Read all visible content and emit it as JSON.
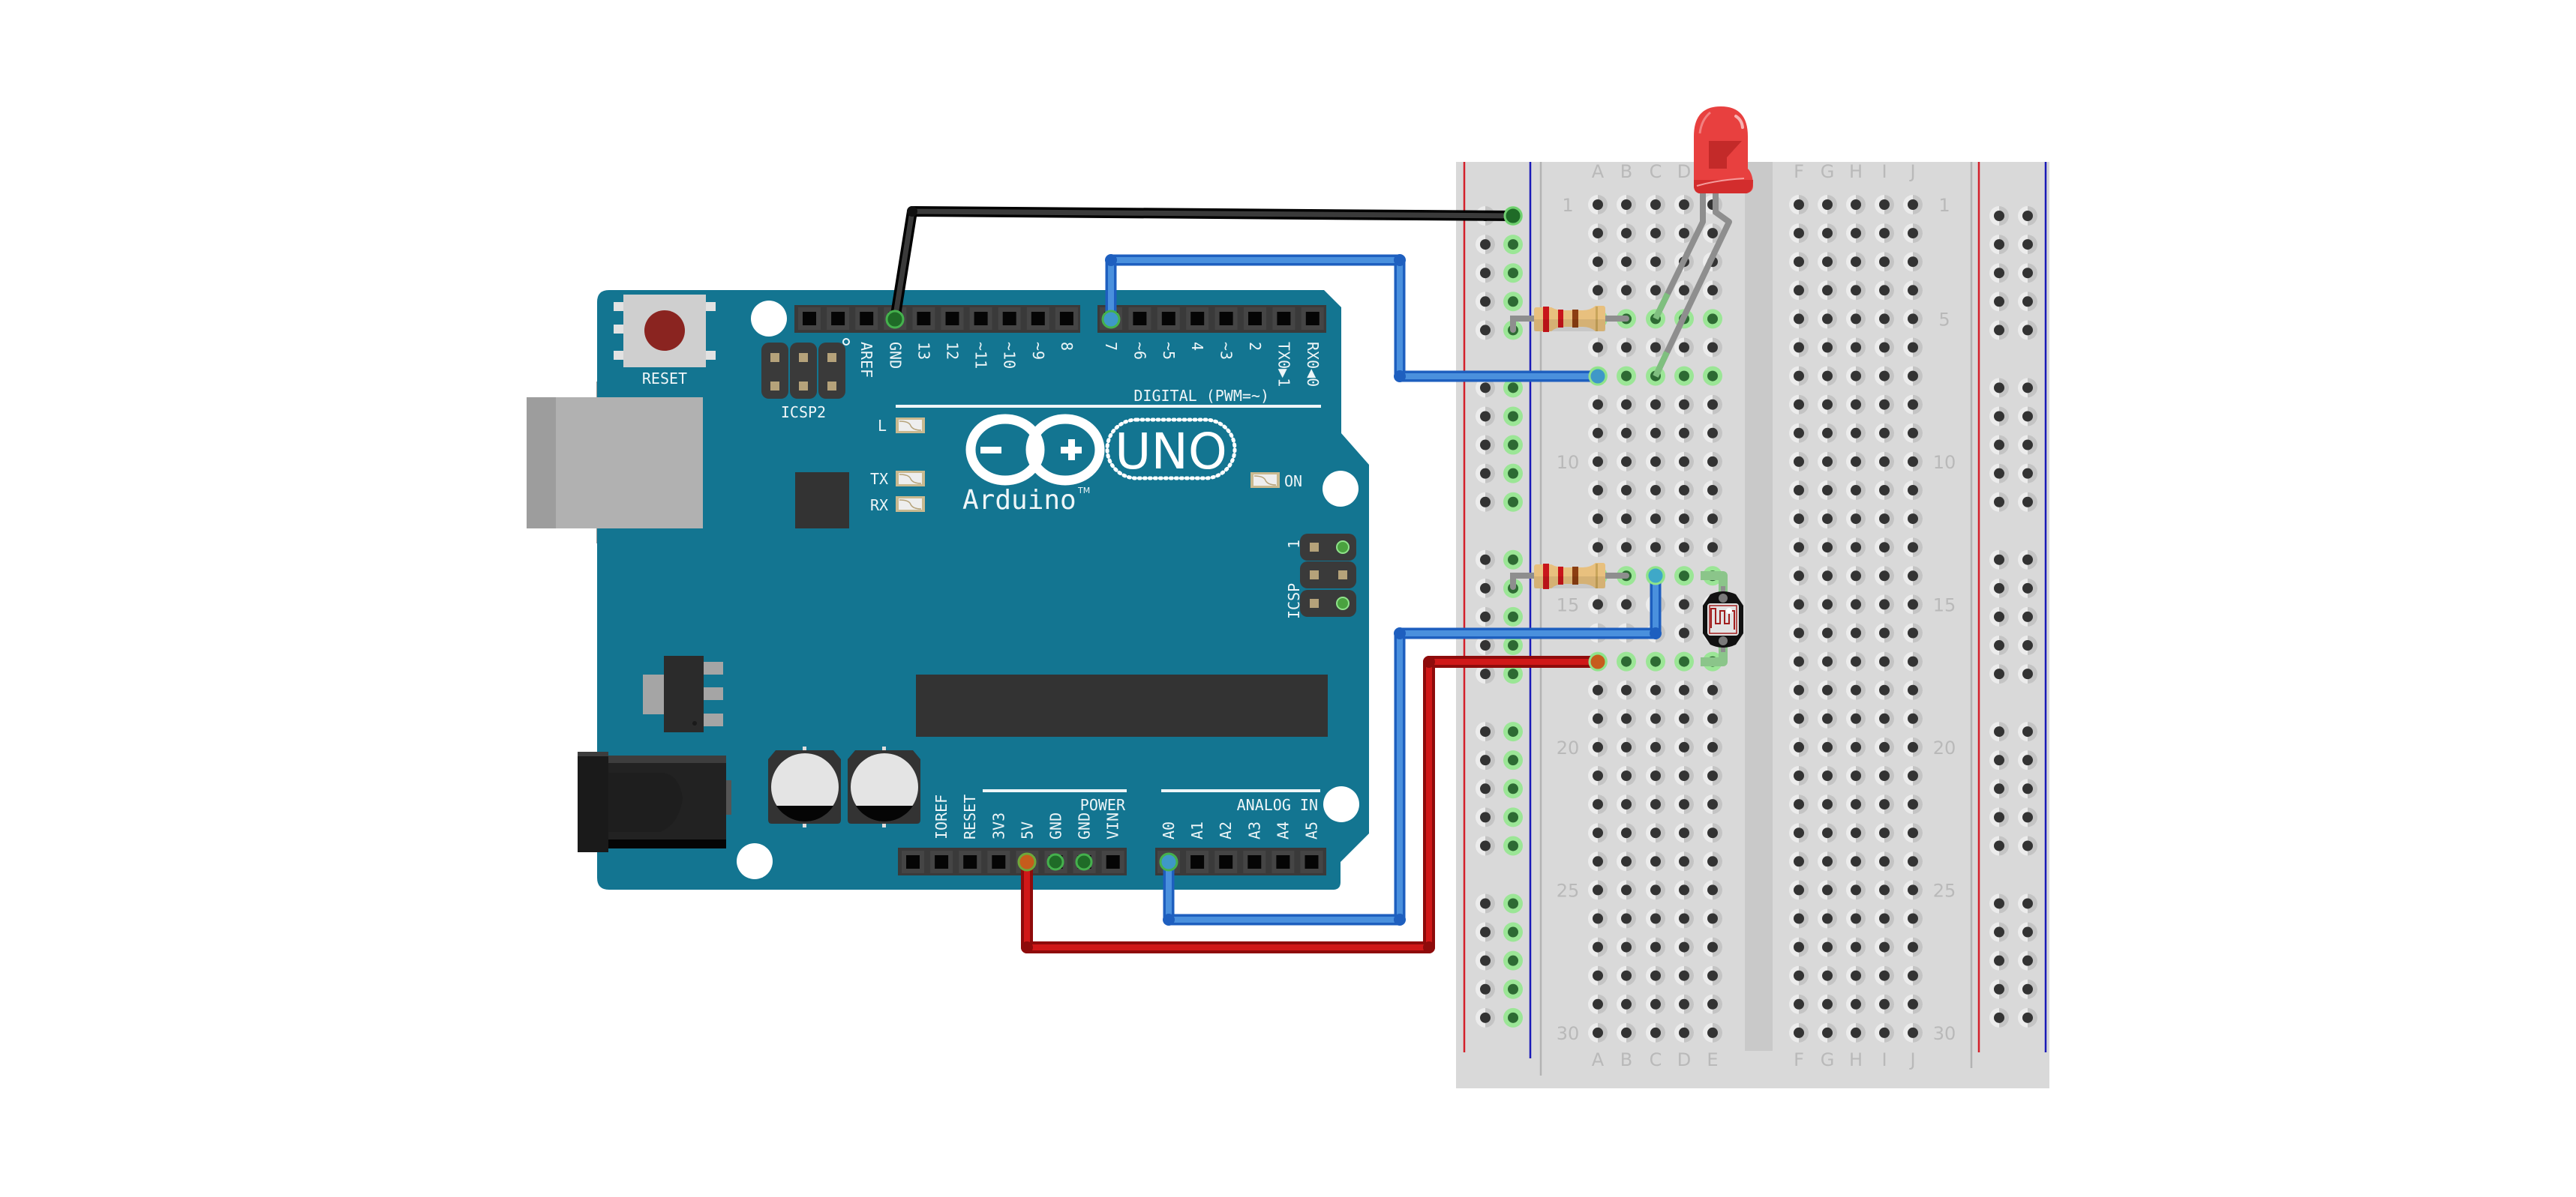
{
  "title": "Arduino UNO light sensor + LED breadboard circuit",
  "colors": {
    "pcb": "#137591",
    "pcb_label": "#eef6f8",
    "header": "#3a3a3a",
    "breadboard": "#d9d9d9",
    "rail_positive": "#d3202a",
    "rail_negative": "#1a1ab8",
    "wire_black": "#2b2b2b",
    "wire_blue": "#3a85d6",
    "wire_red": "#cc1515",
    "led_red": "#e8403f",
    "connected_hole": "#2f6b34",
    "connected_glow": "#8fe38a"
  },
  "arduino": {
    "board_name": "UNO",
    "brand": "Arduino",
    "trademark": "TM",
    "reset_label": "RESET",
    "icsp2_label": "ICSP2",
    "icsp_label": "ICSP",
    "icsp_pin1_label": "1",
    "digital_section_label": "DIGITAL (PWM=~)",
    "power_section_label": "POWER",
    "analog_section_label": "ANALOG IN",
    "led_labels": {
      "l": "L",
      "tx": "TX",
      "rx": "RX",
      "on": "ON"
    },
    "digital_header_left": [
      "",
      "",
      "AREF",
      "GND",
      "13",
      "12",
      "~11",
      "~10",
      "~9",
      "8"
    ],
    "digital_header_right": [
      "7",
      "~6",
      "~5",
      "4",
      "~3",
      "2",
      "TX0▶1",
      "RX0◀0"
    ],
    "power_header": [
      "",
      "IOREF",
      "RESET",
      "3V3",
      "5V",
      "GND",
      "GND",
      "VIN"
    ],
    "analog_header": [
      "A0",
      "A1",
      "A2",
      "A3",
      "A4",
      "A5"
    ],
    "connected_pins": [
      "GND(top)",
      "7",
      "5V",
      "GND",
      "GND",
      "A0"
    ]
  },
  "breadboard": {
    "columns_left": [
      "A",
      "B",
      "C",
      "D",
      "E"
    ],
    "columns_right": [
      "F",
      "G",
      "H",
      "I",
      "J"
    ],
    "row_count": 30,
    "row_labels": [
      "1",
      "5",
      "10",
      "15",
      "20",
      "25",
      "30"
    ]
  },
  "components": [
    {
      "type": "led",
      "name": "Red LED",
      "color": "red",
      "pins": [
        "C5",
        "C7"
      ]
    },
    {
      "type": "resistor",
      "name": "Resistor (LED)",
      "bands": [
        "red",
        "red",
        "brown",
        "gold"
      ],
      "pins": [
        "rail-",
        "B5"
      ]
    },
    {
      "type": "resistor",
      "name": "Resistor (LDR)",
      "bands": [
        "red",
        "red",
        "brown",
        "gold"
      ],
      "pins": [
        "rail-",
        "B14"
      ]
    },
    {
      "type": "photoresistor",
      "name": "Photocell (LDR)",
      "pins": [
        "E14",
        "E17"
      ]
    }
  ],
  "wires": [
    {
      "color": "black",
      "from": "Arduino GND (digital header)",
      "to": "Breadboard negative rail"
    },
    {
      "color": "blue",
      "from": "Arduino pin 7",
      "to": "A7"
    },
    {
      "color": "blue",
      "from": "Arduino A0",
      "to": "C14"
    },
    {
      "color": "red",
      "from": "Arduino 5V",
      "to": "A17"
    }
  ]
}
